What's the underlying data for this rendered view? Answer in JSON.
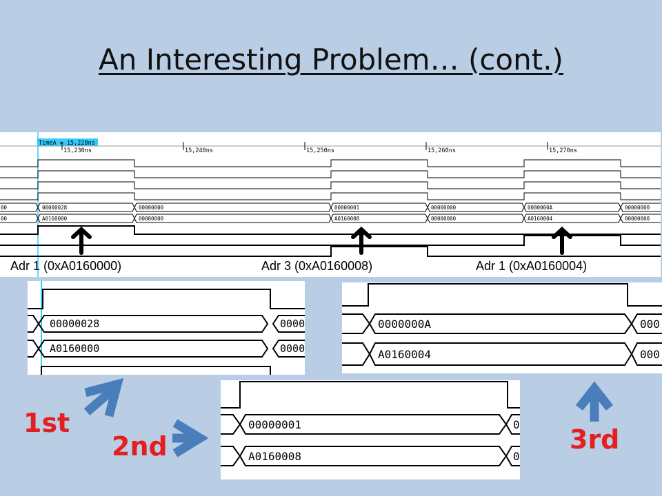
{
  "title": "An Interesting Problem… (cont.)",
  "wave": {
    "marker": "TimeA = 15,228ns",
    "ticks": [
      "15,230ns",
      "15,240ns",
      "15,250ns",
      "15,260ns",
      "15,270ns"
    ],
    "data_bus": [
      "00",
      "00000028",
      "00000000",
      "00000001",
      "00000000",
      "0000000A",
      "00000000"
    ],
    "addr_bus": [
      "00",
      "A0160000",
      "00000000",
      "A0160008",
      "00000000",
      "A0160004",
      "00000000"
    ],
    "annotations": [
      "Adr 1 (0xA0160000)",
      "Adr 3 (0xA0160008)",
      "Adr 1 (0xA0160004)"
    ]
  },
  "zoom1": {
    "data": "00000028",
    "addr": "A0160000",
    "next_data": "0000",
    "next_addr": "0000"
  },
  "zoom2": {
    "data": "00000001",
    "addr": "A0160008",
    "next_data": "0",
    "next_addr": "0"
  },
  "zoom3": {
    "data": "0000000A",
    "addr": "A0160004",
    "next_data": "000",
    "next_addr": "000"
  },
  "labels": {
    "first": "1st",
    "second": "2nd",
    "third": "3rd"
  },
  "colors": {
    "background": "#b9cde5",
    "arrow": "#4a7ebb",
    "label": "#e41f1f",
    "marker": "#33ccff"
  }
}
